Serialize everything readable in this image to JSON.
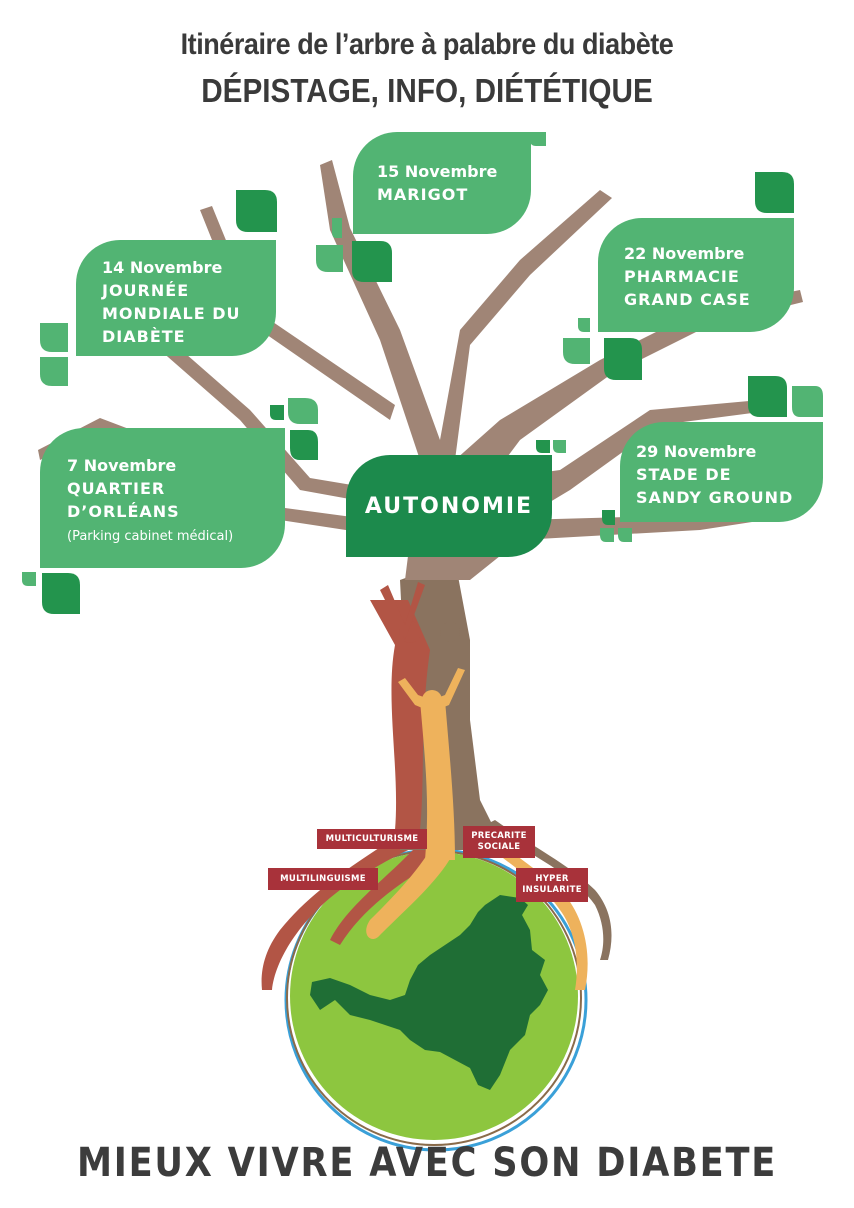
{
  "header": {
    "title": "Itinéraire de l’arbre à palabre du diabète",
    "subtitle": "DÉPISTAGE, INFO, DIÉTÉTIQUE"
  },
  "events": [
    {
      "date": "14 Novembre",
      "place": "JOURNÉE\nMONDIALE DU\nDIABÈTE",
      "note": ""
    },
    {
      "date": "15 Novembre",
      "place": "MARIGOT",
      "note": ""
    },
    {
      "date": "22 Novembre",
      "place": "PHARMACIE\nGRAND CASE",
      "note": ""
    },
    {
      "date": "7 Novembre",
      "place": "QUARTIER\nD’ORLÉANS",
      "note": "(Parking cabinet médical)"
    },
    {
      "date": "29 Novembre",
      "place": "STADE DE\nSANDY GROUND",
      "note": ""
    }
  ],
  "center_label": "AUTONOMIE",
  "root_tags": [
    "MULTICULTURISME",
    "PRECARITE\nSOCIALE",
    "MULTILINGUISME",
    "HYPER\nINSULARITE"
  ],
  "footer": "MIEUX VIVRE AVEC SON DIABETE",
  "colors": {
    "leaf_light": "#52b473",
    "leaf_dark": "#23944d",
    "autonomie": "#1c8a4c",
    "branch": "#a08576",
    "tag": "#a8323a",
    "globe": "#8dc63f",
    "island": "#1f6e35"
  }
}
